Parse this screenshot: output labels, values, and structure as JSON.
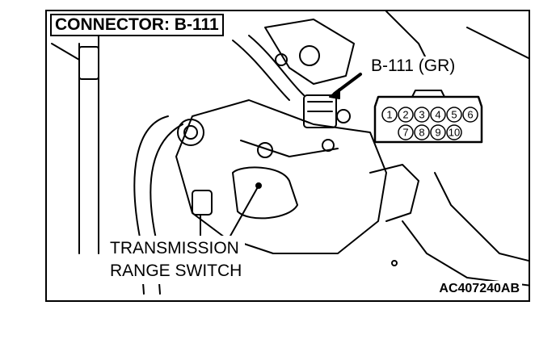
{
  "title": "CONNECTOR: B-111",
  "connector_label": "B-111 (GR)",
  "part_label_line1": "TRANSMISSION",
  "part_label_line2": "RANGE SWITCH",
  "figure_id": "AC407240AB",
  "pins_row1": [
    "1",
    "2",
    "3",
    "4",
    "5",
    "6"
  ],
  "pins_row2": [
    "7",
    "8",
    "9",
    "10"
  ],
  "colors": {
    "line": "#000000",
    "background": "#ffffff"
  }
}
